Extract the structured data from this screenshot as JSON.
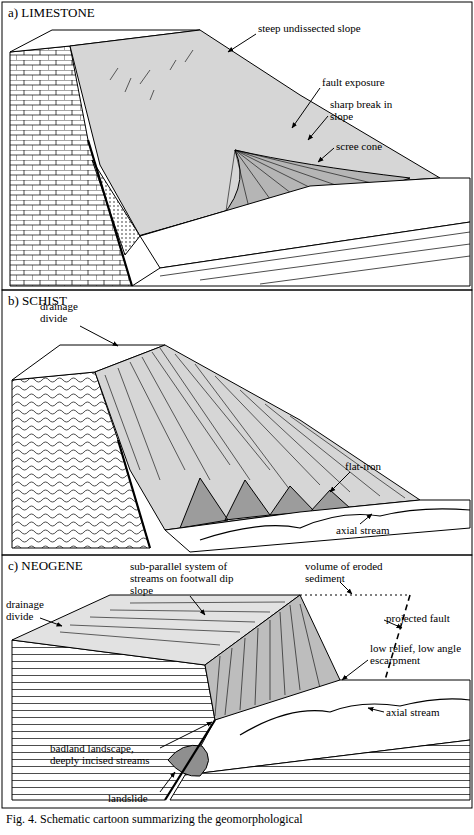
{
  "diagram": {
    "caption": "Fig. 4. Schematic cartoon summarizing the geomorphological",
    "labels": [
      "a) LIMESTONE",
      "steep undissected slope",
      "fault exposure",
      "sharp break in slope",
      "scree cone",
      "b) SCHIST",
      "drainage divide",
      "flat-iron",
      "axial stream",
      "c) NEOGENE",
      "sub-parallel system of streams on footwall dip slope",
      "volume of eroded sediment",
      "drainage divide",
      "projected fault",
      "low relief, low angle escarpment",
      "axial stream",
      "badland landscape, deeply incised streams",
      "landslide"
    ]
  }
}
